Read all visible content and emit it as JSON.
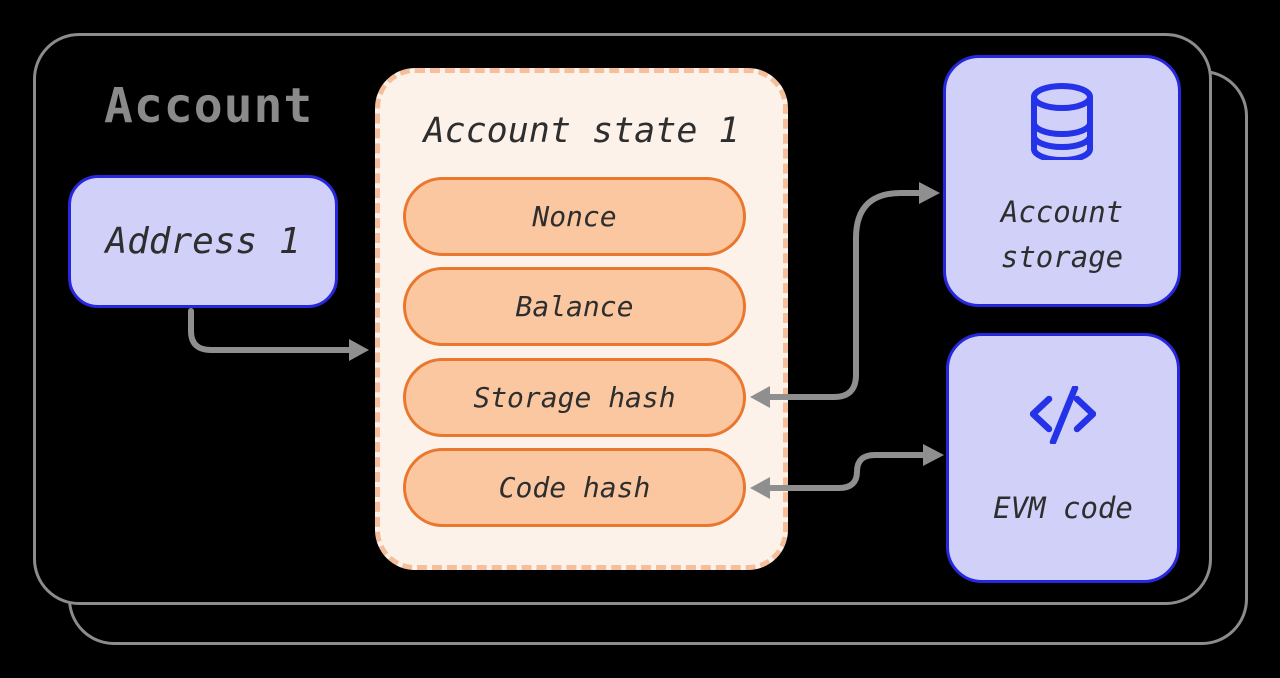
{
  "diagram": {
    "title": "Account",
    "address_box": {
      "label": "Address 1"
    },
    "state_box": {
      "title": "Account state 1",
      "fields": [
        "Nonce",
        "Balance",
        "Storage hash",
        "Code hash"
      ]
    },
    "storage_box": {
      "label": "Account storage",
      "icon": "database-icon"
    },
    "code_box": {
      "label": "EVM code",
      "icon": "code-icon"
    },
    "connections": [
      {
        "from": "Address 1",
        "to": "Account state 1",
        "style": "single-arrow"
      },
      {
        "from": "Storage hash",
        "to": "Account storage",
        "style": "double-arrow"
      },
      {
        "from": "Code hash",
        "to": "EVM code",
        "style": "double-arrow"
      }
    ],
    "colors": {
      "background": "#000000",
      "frame_border": "#8c8c8c",
      "title_gray": "#8a8a8a",
      "blue_border": "#2727dd",
      "blue_fill": "#d1d0f8",
      "icon_blue": "#2433e8",
      "cream_fill": "#fdf2ea",
      "dash_border": "#f5bf9c",
      "pill_fill": "#fac7a1",
      "pill_border": "#e9772e",
      "text_dark": "#2e2e2e",
      "arrow_gray": "#8f8f8f"
    }
  }
}
